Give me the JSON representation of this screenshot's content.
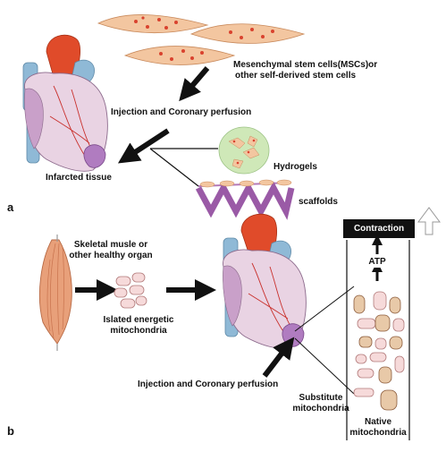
{
  "panels": {
    "a": {
      "label": "a",
      "stem_cells_label_line1": "Mesenchymal stem cells(MSCs)or",
      "stem_cells_label_line2": "other self-derived stem cells",
      "injection_label": "Injection and Coronary perfusion",
      "hydrogels_label": "Hydrogels",
      "scaffolds_label": "scaffolds",
      "infarct_label": "Infarcted tissue"
    },
    "b": {
      "label": "b",
      "source_line1": "Skeletal musle or",
      "source_line2": "other healthy organ",
      "isolated_line1": "Islated energetic",
      "isolated_line2": "mitochondria",
      "injection_label": "Injection and Coronary perfusion",
      "substitute_line1": "Substitute",
      "substitute_line2": "mitochondria",
      "native_line1": "Native",
      "native_line2": "mitochondria",
      "contraction_label": "Contraction",
      "atp_label": "ATP"
    }
  },
  "colors": {
    "cell": "#f3c6a0",
    "cell_dot": "#d9422e",
    "hydrogel": "#cfe8b8",
    "scaffold": "#9a5aa6",
    "heart_red": "#e04b2a",
    "heart_blue": "#8fb9d6",
    "heart_pink": "#e9d3e3",
    "heart_purple": "#b07cc0",
    "muscle": "#e8a07a",
    "mito": "#d49a8a"
  }
}
